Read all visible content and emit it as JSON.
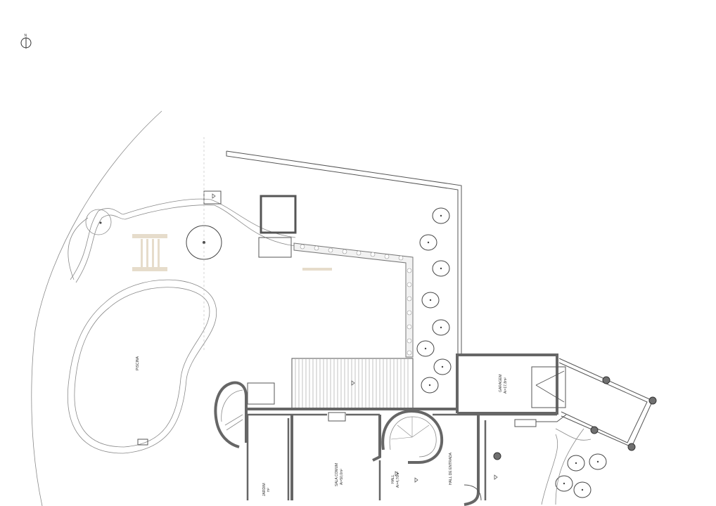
{
  "north": {
    "label": "N",
    "icon": "north-arrow-icon"
  },
  "rooms": {
    "pool": "PISCINA",
    "garage": "GARAGEM",
    "garage_area": "Ai=17,8m²",
    "living": "SALA COMUM",
    "living_area": "Ai=50,0m²",
    "hall": "HALL",
    "hall_area": "Ai=4,70m²",
    "entrance_hall": "HALL DE ENTRADA",
    "left_partial": "JARDIM",
    "left_partial_area": "m²"
  },
  "colors": {
    "wall": "#666666",
    "line": "#8a8a8a",
    "column": "#e6dccb",
    "post": "#707070"
  }
}
